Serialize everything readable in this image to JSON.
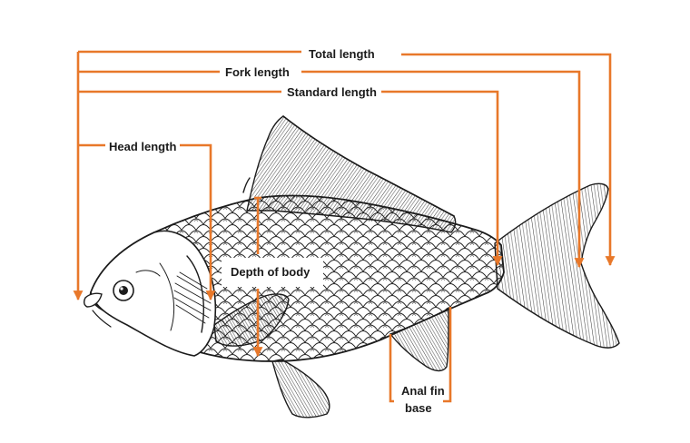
{
  "labels": {
    "total_length": "Total length",
    "fork_length": "Fork length",
    "standard_length": "Standard length",
    "head_length": "Head length",
    "depth_of_body": "Depth of body",
    "anal_fin_base_line1": "Anal fin",
    "anal_fin_base_line2": "base"
  },
  "colors": {
    "accent": "#e8782a",
    "ink": "#1c1c1c",
    "background": "#ffffff"
  }
}
